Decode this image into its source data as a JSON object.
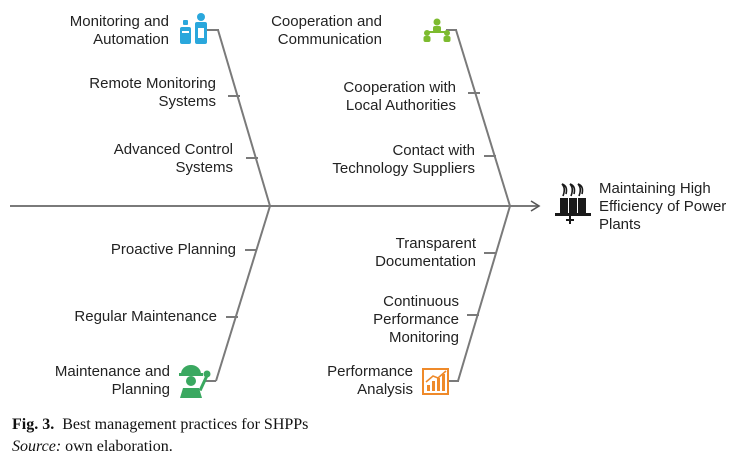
{
  "diagram": {
    "type": "fishbone",
    "effect": "Maintaining High\nEfficiency of Power\nPlants",
    "categories": [
      {
        "title": "Monitoring and\nAutomation",
        "icon": "monitoring-devices-icon",
        "icon_color": "#2aa7dc",
        "causes": [
          "Remote Monitoring\nSystems",
          "Advanced Control\nSystems"
        ]
      },
      {
        "title": "Cooperation and\nCommunication",
        "icon": "network-people-icon",
        "icon_color": "#7dbb2f",
        "causes": [
          "Cooperation with\nLocal Authorities",
          "Contact with\nTechnology Suppliers"
        ]
      },
      {
        "title": "Maintenance and\nPlanning",
        "icon": "worker-wrench-icon",
        "icon_color": "#3aa860",
        "causes": [
          "Proactive Planning",
          "Regular Maintenance"
        ]
      },
      {
        "title": "Performance\nAnalysis",
        "icon": "chart-analysis-icon",
        "icon_color": "#ef8a2a",
        "causes": [
          "Transparent\nDocumentation",
          "Continuous\nPerformance\nMonitoring"
        ]
      }
    ],
    "effect_icon": "power-plant-icon",
    "line_color": "#7a7a7a"
  },
  "caption": {
    "label": "Fig. 3.",
    "text": "Best management practices for SHPPs",
    "source_label": "Source:",
    "source_text": "own elaboration."
  }
}
